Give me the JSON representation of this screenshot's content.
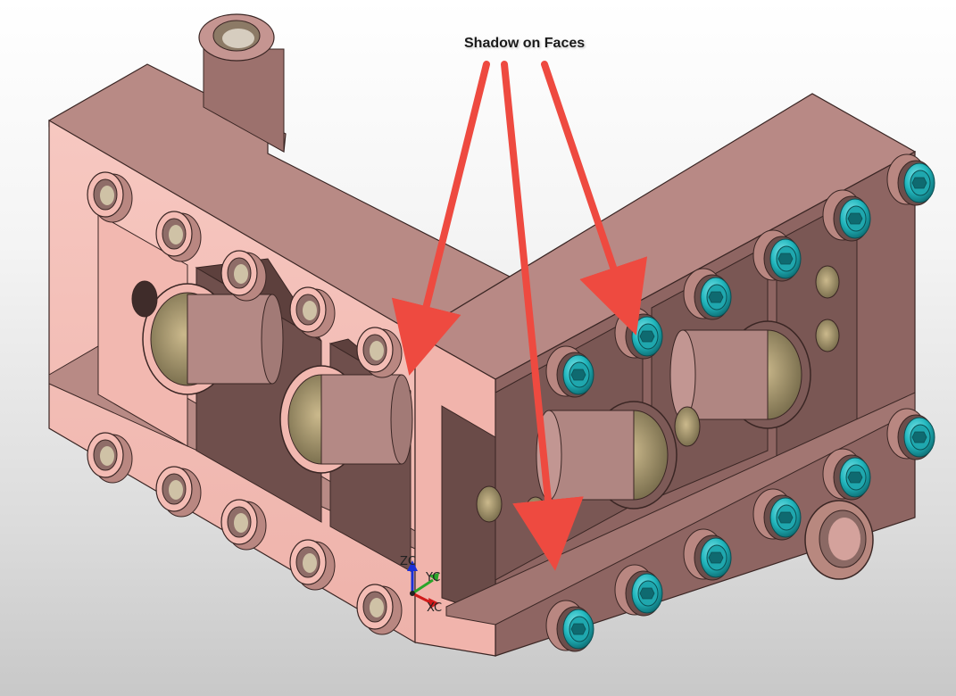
{
  "annotation": {
    "text": "Shadow on Faces"
  },
  "triad": {
    "z_label": "ZC",
    "y_label": "YC",
    "x_label": "XC"
  },
  "colors": {
    "part_light": "#f4bcb4",
    "part_mid": "#b98782",
    "part_dark": "#6e4f4c",
    "hole_interior": "#b9a77c",
    "screw_head": "#22b8bf",
    "arrow": "#ee4a40"
  }
}
